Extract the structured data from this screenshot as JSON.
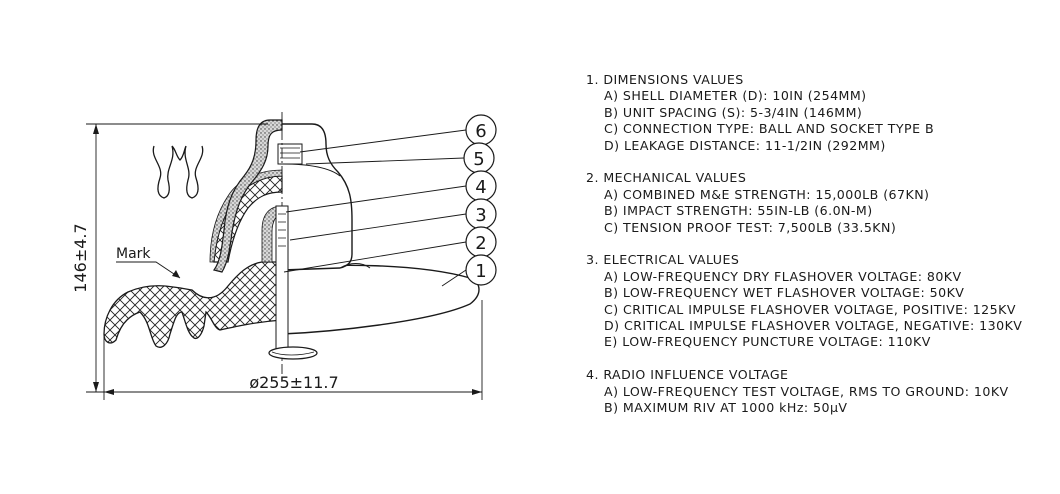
{
  "drawing": {
    "height_dim": "146±4.7",
    "diameter_dim": "ø255±11.7",
    "mark_label": "Mark",
    "callouts": [
      "6",
      "5",
      "4",
      "3",
      "2",
      "1"
    ]
  },
  "specs": [
    {
      "title": "1. DIMENSIONS VALUES",
      "items": [
        "A) SHELL DIAMETER (D): 10IN (254MM)",
        "B) UNIT SPACING (S): 5-3/4IN (146MM)",
        "C) CONNECTION TYPE: BALL AND SOCKET TYPE B",
        "D) LEAKAGE DISTANCE: 11-1/2IN (292MM)"
      ]
    },
    {
      "title": "2. MECHANICAL VALUES",
      "items": [
        "A) COMBINED M&E STRENGTH: 15,000LB (67KN)",
        "B) IMPACT STRENGTH: 55IN-LB (6.0N-M)",
        "C) TENSION PROOF TEST: 7,500LB (33.5KN)"
      ]
    },
    {
      "title": "3. ELECTRICAL VALUES",
      "items": [
        "A) LOW-FREQUENCY DRY FLASHOVER VOLTAGE: 80KV",
        "B) LOW-FREQUENCY WET FLASHOVER VOLTAGE: 50KV",
        "C) CRITICAL IMPULSE FLASHOVER VOLTAGE, POSITIVE: 125KV",
        "D) CRITICAL IMPULSE FLASHOVER VOLTAGE, NEGATIVE: 130KV",
        "E) LOW-FREQUENCY PUNCTURE VOLTAGE: 110KV"
      ]
    },
    {
      "title": "4. RADIO INFLUENCE VOLTAGE",
      "items": [
        "A) LOW-FREQUENCY TEST VOLTAGE, RMS TO GROUND: 10KV",
        "B) MAXIMUM RIV AT 1000 kHz: 50μV"
      ]
    }
  ]
}
